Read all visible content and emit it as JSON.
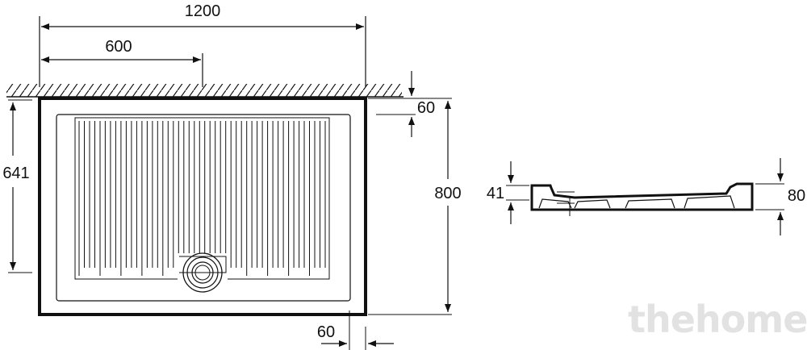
{
  "plan_view": {
    "overall_width": "1200",
    "drain_offset": "600",
    "top_rim": "60",
    "overall_depth": "800",
    "inner_depth": "641",
    "side_rim": "60"
  },
  "section_view": {
    "rim_height": "41",
    "total_height": "80"
  },
  "watermark": "thehome",
  "colors": {
    "line": "#111111",
    "background": "#ffffff",
    "watermark": "#e2e2e2"
  },
  "grooves": {
    "count": 48,
    "longer_every": 4
  }
}
